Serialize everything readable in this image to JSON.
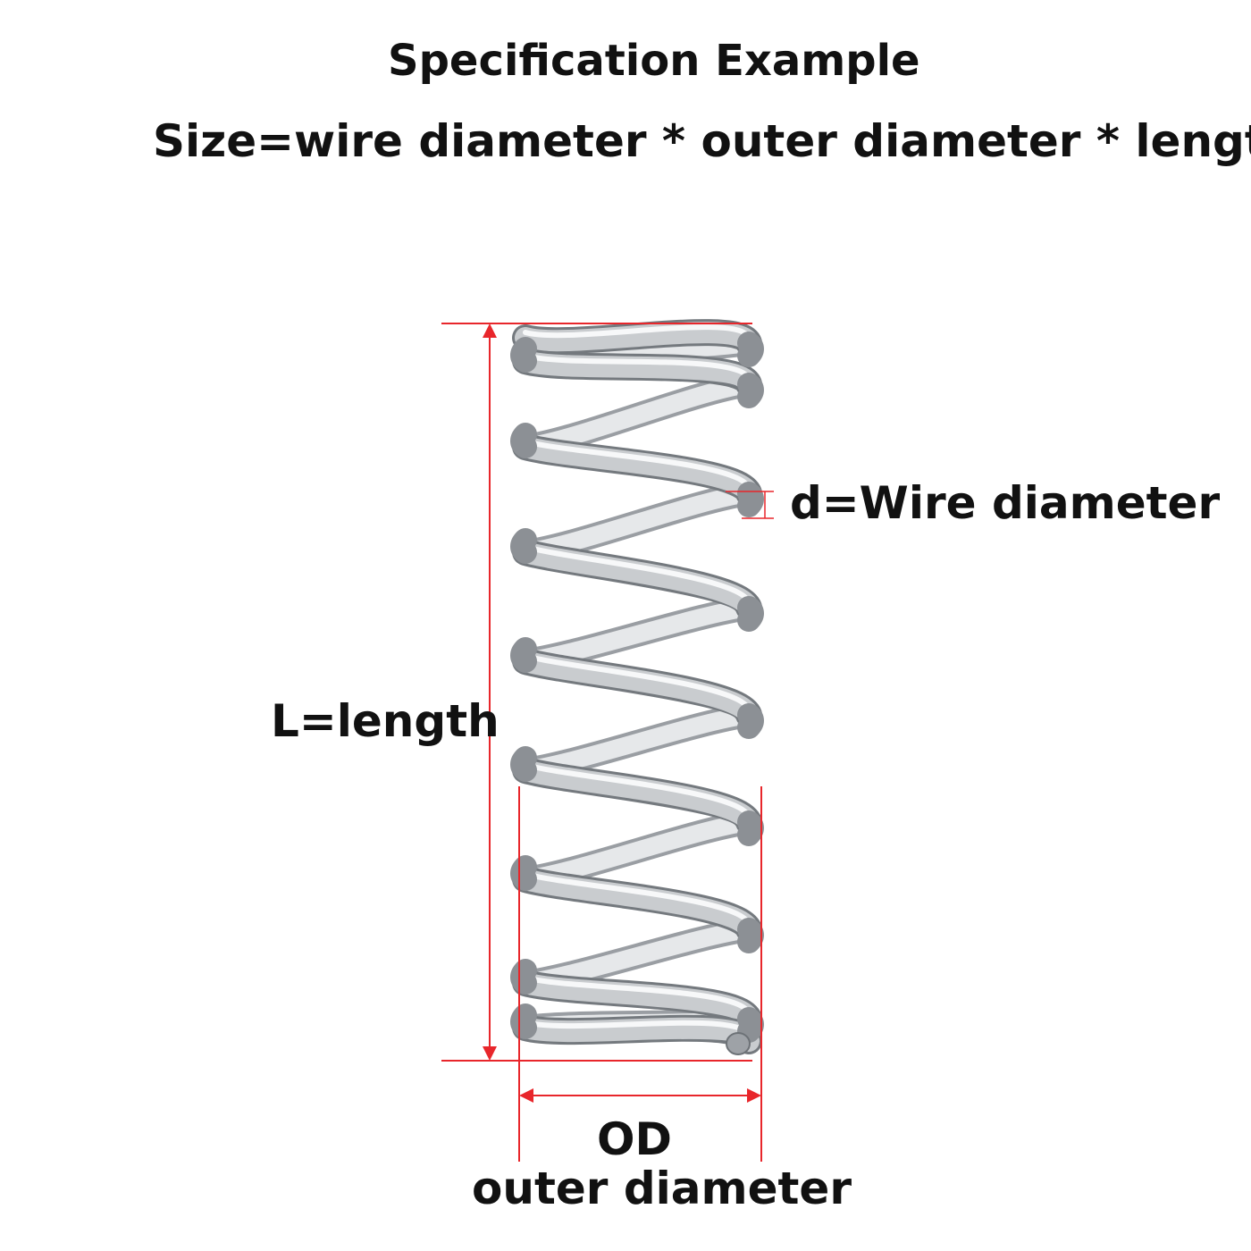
{
  "header": {
    "title": "Specification Example",
    "formula": "Size=wire diameter * outer diameter * length"
  },
  "labels": {
    "wire_diameter": "d=Wire diameter",
    "length": "L=length",
    "od_abbreviation": "OD",
    "od_full": "outer diameter"
  },
  "colors": {
    "dimension_lines": "#e8262b",
    "spring_steel": "#b9bcc0",
    "text": "#111111"
  },
  "illustration": {
    "subject": "compression-spring"
  }
}
